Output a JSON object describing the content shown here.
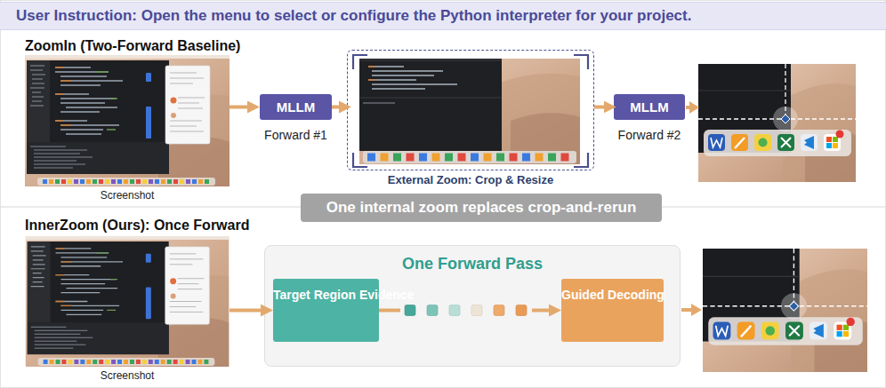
{
  "diagram": {
    "nodes": [
      {
        "text": [
          "User Instruction: Open the menu to select or configure the Python interpreter for your project."
        ]
      },
      {
        "text": [
          "Screenshot"
        ]
      },
      {
        "text": [
          "MLLM",
          "Forward #1"
        ]
      },
      {
        "text": [
          "External Zoom: Crop & Resize"
        ]
      },
      {
        "text": [
          "MLLM",
          "Forward #2"
        ]
      },
      {
        "text": [
          "One internal zoom replaces crop-and-rerun"
        ]
      },
      {
        "text": [
          "Screenshot"
        ]
      },
      {
        "text": [
          "One Forward Pass"
        ]
      },
      {
        "text": [
          "Target Region Evidence"
        ],
        "in": 7
      },
      {
        "text": [
          "Guided Decoding"
        ],
        "in": 7
      }
    ],
    "edges": [
      {
        "from": 1,
        "to": 2,
        "arrow": "to"
      },
      {
        "from": 2,
        "to": 3,
        "arrow": "to"
      },
      {
        "from": 3,
        "to": 4,
        "arrow": "to"
      },
      {
        "from": 6,
        "to": 8,
        "arrow": "to"
      },
      {
        "from": 8,
        "to": 9,
        "arrow": "to"
      }
    ],
    "labels": [
      "ZoomIn (Two-Forward Baseline)",
      "InnerZoom (Ours): Once Forward"
    ]
  }
}
